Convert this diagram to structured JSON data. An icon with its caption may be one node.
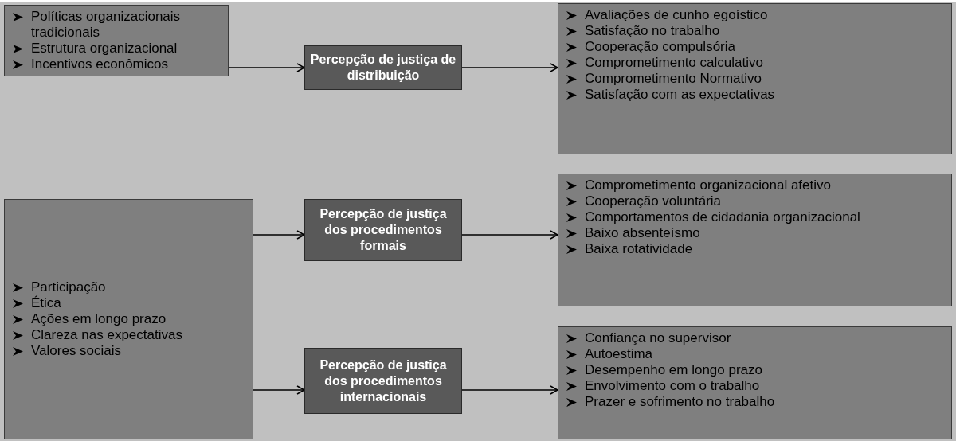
{
  "diagram": {
    "nodes": [
      {
        "text": [
          "Políticas organizacionais tradicionais",
          "Estrutura organizacional",
          "Incentivos econômicos"
        ]
      },
      {
        "text": [
          "Percepção de justiça de distribuição"
        ]
      },
      {
        "text": [
          "Avaliações de cunho egoístico",
          "Satisfação no trabalho",
          "Cooperação compulsória",
          "Comprometimento calculativo",
          "Comprometimento Normativo",
          "Satisfação com as expectativas"
        ]
      },
      {
        "text": [
          "Participação",
          "Ética",
          "Ações em longo prazo",
          "Clareza nas expectativas",
          "Valores sociais"
        ]
      },
      {
        "text": [
          "Percepção de justiça dos procedimentos formais"
        ]
      },
      {
        "text": [
          "Comprometimento organizacional afetivo",
          "Cooperação voluntária",
          "Comportamentos de cidadania organizacional",
          "Baixo absenteísmo",
          "Baixa rotatividade"
        ]
      },
      {
        "text": [
          "Percepção de justiça dos procedimentos internacionais"
        ]
      },
      {
        "text": [
          "Confiança no supervisor",
          "Autoestima",
          "Desempenho em longo prazo",
          "Envolvimento com o trabalho",
          "Prazer e sofrimento no trabalho"
        ]
      }
    ],
    "edges": [
      {
        "from": 0,
        "to": 1,
        "arrow": "to"
      },
      {
        "from": 1,
        "to": 2,
        "arrow": "to"
      },
      {
        "from": 3,
        "to": 4,
        "arrow": "to"
      },
      {
        "from": 4,
        "to": 5,
        "arrow": "to"
      },
      {
        "from": 3,
        "to": 6,
        "arrow": "to"
      },
      {
        "from": 6,
        "to": 7,
        "arrow": "to"
      }
    ]
  }
}
